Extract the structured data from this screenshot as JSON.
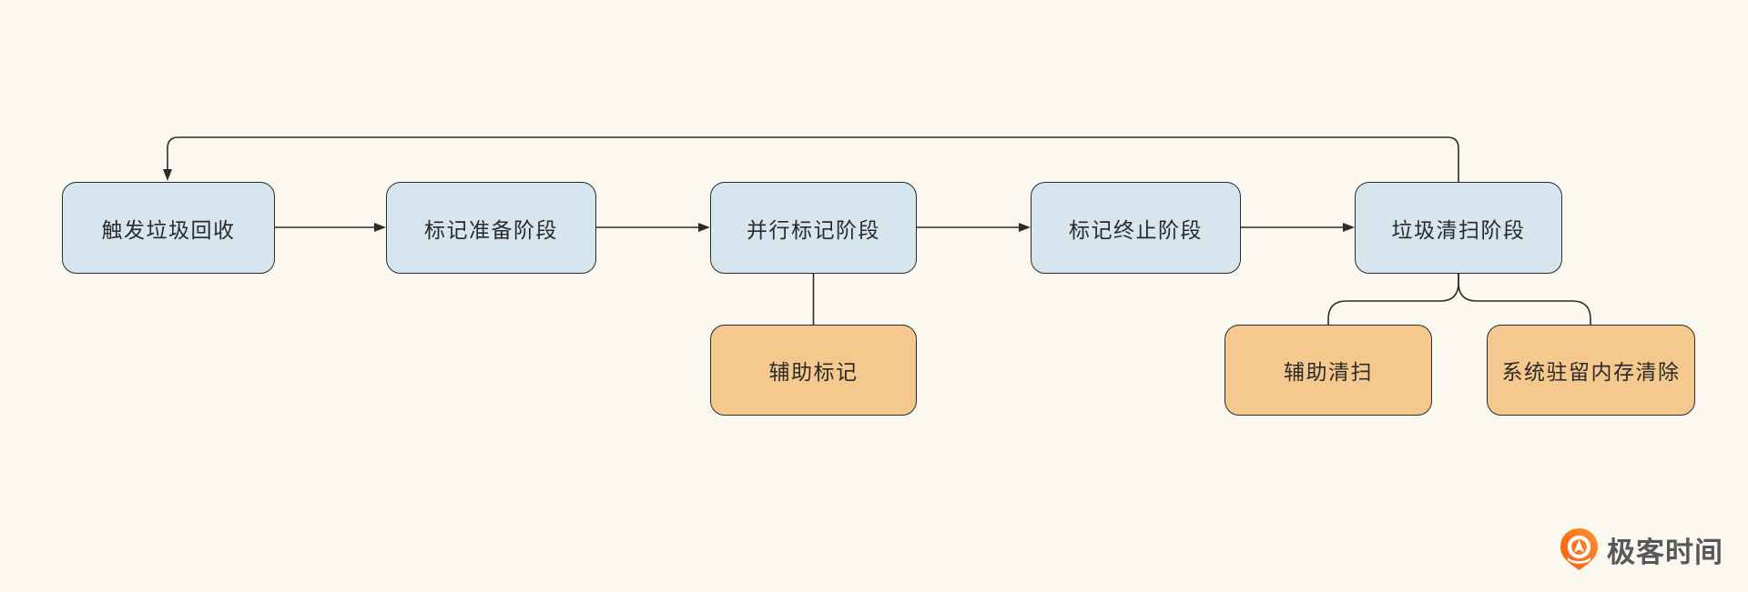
{
  "diagram": {
    "title_semantic": "go-gc-phases-flowchart",
    "main_flow": [
      {
        "id": "trigger-gc",
        "label": "触发垃圾回收"
      },
      {
        "id": "mark-prepare",
        "label": "标记准备阶段"
      },
      {
        "id": "parallel-mark",
        "label": "并行标记阶段"
      },
      {
        "id": "mark-termination",
        "label": "标记终止阶段"
      },
      {
        "id": "gc-sweep",
        "label": "垃圾清扫阶段"
      }
    ],
    "sub_nodes": [
      {
        "id": "assist-mark",
        "label": "辅助标记",
        "parent": "并行标记阶段"
      },
      {
        "id": "assist-sweep",
        "label": "辅助清扫",
        "parent": "垃圾清扫阶段"
      },
      {
        "id": "scavenge",
        "label": "系统驻留内存清除",
        "parent": "垃圾清扫阶段"
      }
    ],
    "edges": [
      {
        "from": "触发垃圾回收",
        "to": "标记准备阶段",
        "type": "arrow"
      },
      {
        "from": "标记准备阶段",
        "to": "并行标记阶段",
        "type": "arrow"
      },
      {
        "from": "并行标记阶段",
        "to": "标记终止阶段",
        "type": "arrow"
      },
      {
        "from": "标记终止阶段",
        "to": "垃圾清扫阶段",
        "type": "arrow"
      },
      {
        "from": "垃圾清扫阶段",
        "to": "触发垃圾回收",
        "type": "feedback-loop-arrow"
      },
      {
        "from": "并行标记阶段",
        "to": "辅助标记",
        "type": "plain-line"
      },
      {
        "from": "垃圾清扫阶段",
        "to": "辅助清扫",
        "type": "curved-line"
      },
      {
        "from": "垃圾清扫阶段",
        "to": "系统驻留内存清除",
        "type": "curved-line"
      }
    ],
    "colors": {
      "background": "#FBF8F0",
      "phase_fill": "#D6E5EE",
      "sub_fill": "#F5C88D",
      "stroke": "#2B2B2B",
      "text": "#2A2A2A"
    }
  },
  "watermark": {
    "text": "极客时间",
    "icon": "geektime-logo-icon",
    "icon_color": "#FB6C10",
    "text_color": "#58575B"
  }
}
